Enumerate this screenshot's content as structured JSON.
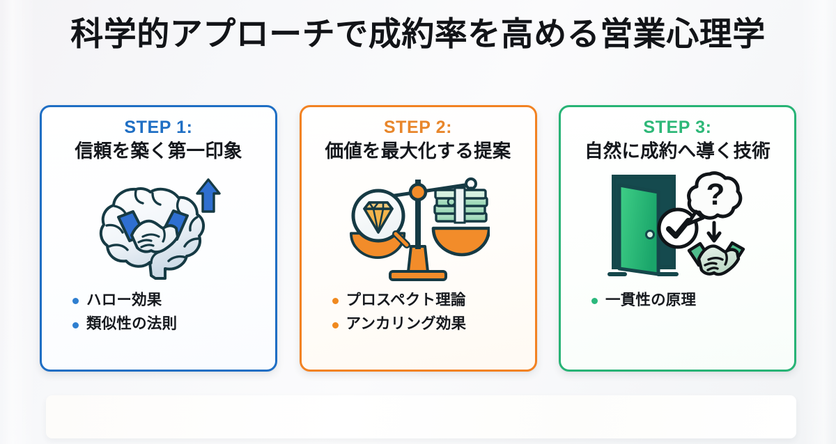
{
  "slide": {
    "title": "科学的アプローチで成約率を高める営業心理学"
  },
  "colors": {
    "step1_accent": "#1f6fc4",
    "step1_border": "#1e6ec4",
    "step2_accent": "#e8862b",
    "step2_border": "#f28222",
    "step3_accent": "#2eb878",
    "step3_border": "#27b375",
    "title_text": "#121418",
    "body_text": "#14171c",
    "background": "#f6f7f9"
  },
  "cards": [
    {
      "step_label": "STEP 1:",
      "heading": "信頼を築く第一印象",
      "icon_name": "brain-handshake-icon",
      "bullets": [
        "ハロー効果",
        "類似性の法則"
      ]
    },
    {
      "step_label": "STEP 2:",
      "heading": "価値を最大化する提案",
      "icon_name": "balance-scale-diamond-cash-icon",
      "bullets": [
        "プロスペクト理論",
        "アンカリング効果"
      ]
    },
    {
      "step_label": "STEP 3:",
      "heading": "自然に成約へ導く技術",
      "icon_name": "open-door-check-handshake-icon",
      "bullets": [
        "一貫性の原理"
      ]
    }
  ],
  "bottom_panel": {
    "content": ""
  }
}
